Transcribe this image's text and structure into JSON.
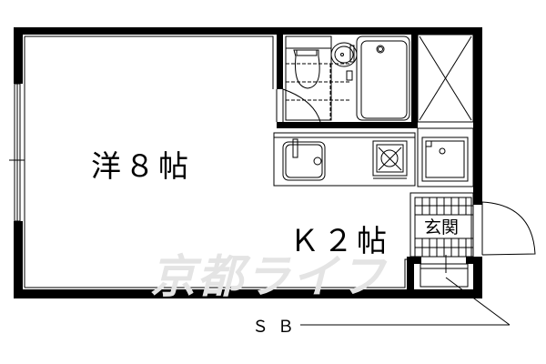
{
  "floor_plan": {
    "rooms": {
      "western_room": "洋８帖",
      "kitchen": "Ｋ２帖",
      "entrance": "玄関"
    },
    "balcony_label": "ＳＢ",
    "watermark": "京都ライフ",
    "colors": {
      "wall": "#000000",
      "background": "#ffffff",
      "watermark": "#e4e4e4"
    }
  }
}
